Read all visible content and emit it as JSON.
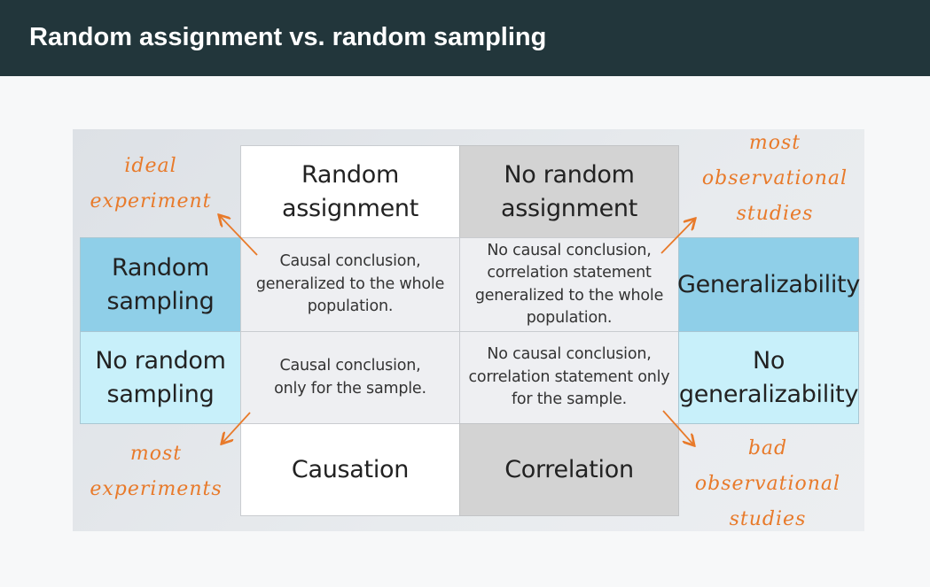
{
  "header": {
    "title": "Random assignment vs. random sampling"
  },
  "table": {
    "col_headers": [
      {
        "label": "Random assignment",
        "lines": [
          "Random",
          "assignment"
        ]
      },
      {
        "label": "No random assignment",
        "lines": [
          "No random",
          "assignment"
        ]
      }
    ],
    "row_headers": [
      {
        "label": "Random sampling",
        "lines": [
          "Random",
          "sampling"
        ]
      },
      {
        "label": "No random sampling",
        "lines": [
          "No random",
          "sampling"
        ]
      }
    ],
    "right_headers": [
      {
        "label": "Generalizability",
        "lines": [
          "Generalizability"
        ]
      },
      {
        "label": "No generalizability",
        "lines": [
          "No",
          "generalizability"
        ]
      }
    ],
    "bottom_headers": [
      {
        "label": "Causation"
      },
      {
        "label": "Correlation"
      }
    ],
    "cells": [
      [
        {
          "lines": [
            "Causal conclusion,",
            "generalized to the whole",
            "population."
          ]
        },
        {
          "lines": [
            "No causal conclusion,",
            "correlation statement",
            "generalized to the whole",
            "population."
          ]
        }
      ],
      [
        {
          "lines": [
            "Causal conclusion,",
            "only for the sample."
          ]
        },
        {
          "lines": [
            "No causal conclusion,",
            "correlation statement only",
            "for the sample."
          ]
        }
      ]
    ]
  },
  "annotations": {
    "top_left": {
      "lines": [
        "ideal",
        "experiment"
      ]
    },
    "top_right": {
      "lines": [
        "most",
        "observational",
        "studies"
      ]
    },
    "bottom_left": {
      "lines": [
        "most",
        "experiments"
      ]
    },
    "bottom_right": {
      "lines": [
        "bad",
        "observational",
        "studies"
      ]
    }
  },
  "colors": {
    "header_bg": "#22363b",
    "annotation": "#e87a2a",
    "random_sampling_bg": "#8fcfe8",
    "no_random_sampling_bg": "#c8f0fa",
    "no_random_assignment_bg": "#d3d3d3"
  }
}
